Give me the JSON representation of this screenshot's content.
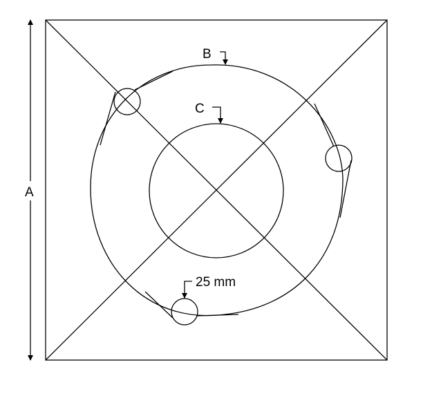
{
  "labels": {
    "a": "A",
    "b": "B",
    "c": "C",
    "hole_size": "25 mm"
  }
}
